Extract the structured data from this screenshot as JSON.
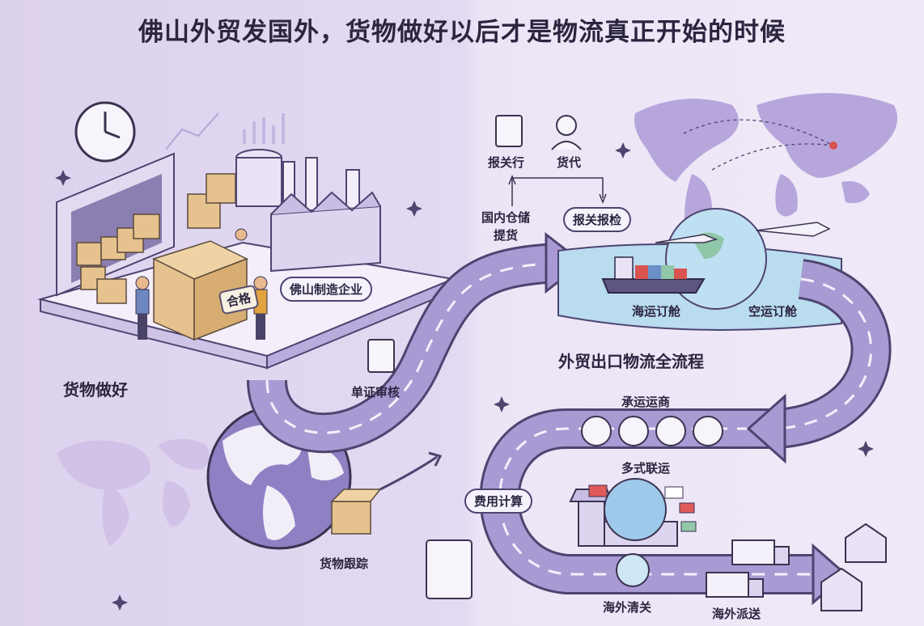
{
  "title": "佛山外贸发国外，货物做好以后才是物流真正开始的时候",
  "labels": {
    "goods_ready": "货物做好",
    "foshan_factory": "佛山制造企业",
    "qualified_tag": "合格",
    "doc_review": "单证审核",
    "goods_tracking": "货物跟踪",
    "customs_broker": "报关行",
    "freight_forwarder": "货代",
    "domestic_warehouse": "国内仓储\n提货",
    "customs_declaration": "报关报检",
    "sea_booking": "海运订舱",
    "air_booking": "空运订舱",
    "process_title": "外贸出口物流全流程",
    "carrier": "承运运商",
    "multimodal": "多式联运",
    "fee_calc": "费用计算",
    "overseas_clearance": "海外清关",
    "overseas_delivery": "海外派送"
  },
  "colors": {
    "road": "#a99ad3",
    "road_edge": "#4d4470",
    "lane": "#f4f0fb",
    "sea": "#b9dcef",
    "box": "#e6c28f",
    "accent_red": "#d9534f"
  }
}
